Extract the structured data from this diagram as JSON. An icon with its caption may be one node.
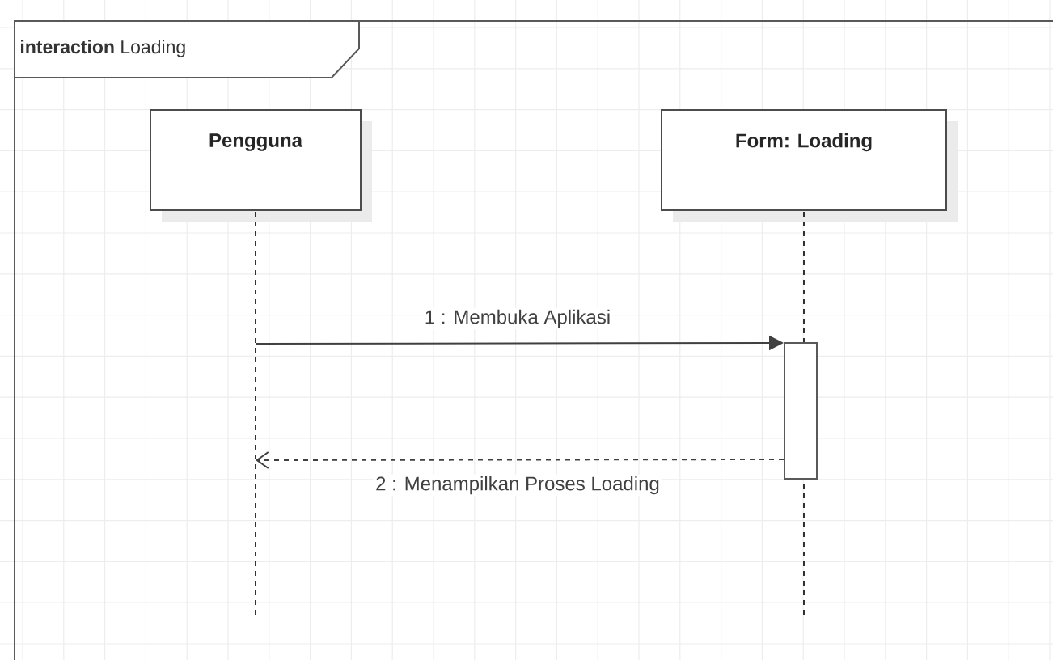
{
  "diagram": {
    "nodes": [
      {
        "text": [
          "**interaction** Loading"
        ]
      },
      {
        "text": [
          "Pengguna"
        ],
        "in": 0
      },
      {
        "text": [
          "Form: Loading"
        ],
        "in": 0
      },
      {
        "text": [],
        "shape": "bar",
        "in": 0
      }
    ],
    "edges": [
      {
        "from": 1,
        "to": 3,
        "arrow": "to",
        "label": "1 : Membuka Aplikasi"
      },
      {
        "from": 3,
        "to": 1,
        "arrow": "to",
        "label": "2 : Menampilkan Proses Loading",
        "style": "dashed"
      }
    ]
  }
}
